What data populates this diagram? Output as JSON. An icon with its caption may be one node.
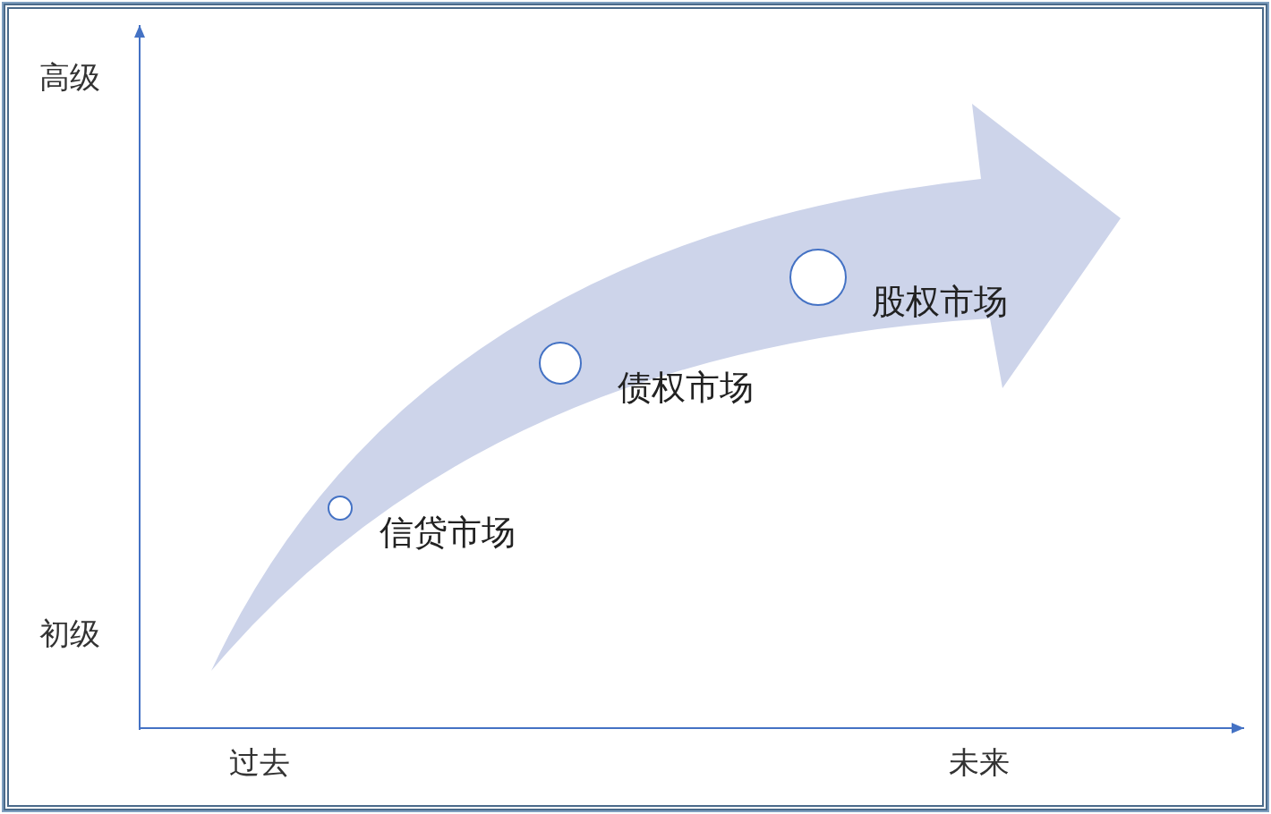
{
  "diagram": {
    "nodes": [
      {
        "text": [],
        "shape": "circle",
        "beside": [
          "信贷市场"
        ]
      },
      {
        "text": [],
        "shape": "circle",
        "beside": [
          "债权市场"
        ]
      },
      {
        "text": [],
        "shape": "circle",
        "beside": [
          "股权市场"
        ]
      }
    ],
    "labels": [
      "高级",
      "初级",
      "过去",
      "未来"
    ]
  }
}
